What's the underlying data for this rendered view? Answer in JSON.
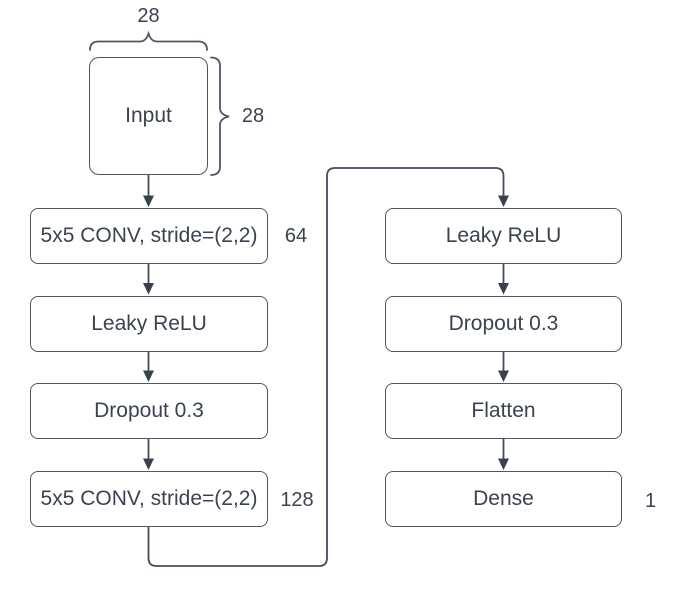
{
  "diagram": {
    "input": {
      "label": "Input",
      "width_label": "28",
      "height_label": "28"
    },
    "left_column": [
      {
        "label": "5x5 CONV, stride=(2,2)",
        "side_label": "64"
      },
      {
        "label": "Leaky ReLU"
      },
      {
        "label": "Dropout 0.3"
      },
      {
        "label": "5x5 CONV, stride=(2,2)",
        "side_label": "128"
      }
    ],
    "right_column": [
      {
        "label": "Leaky ReLU"
      },
      {
        "label": "Dropout 0.3"
      },
      {
        "label": "Flatten"
      },
      {
        "label": "Dense",
        "side_label": "1"
      }
    ],
    "colors": {
      "stroke": "#434d5d",
      "box_border": "#4d5766",
      "text": "#3b4351",
      "background": "#ffffff"
    }
  }
}
